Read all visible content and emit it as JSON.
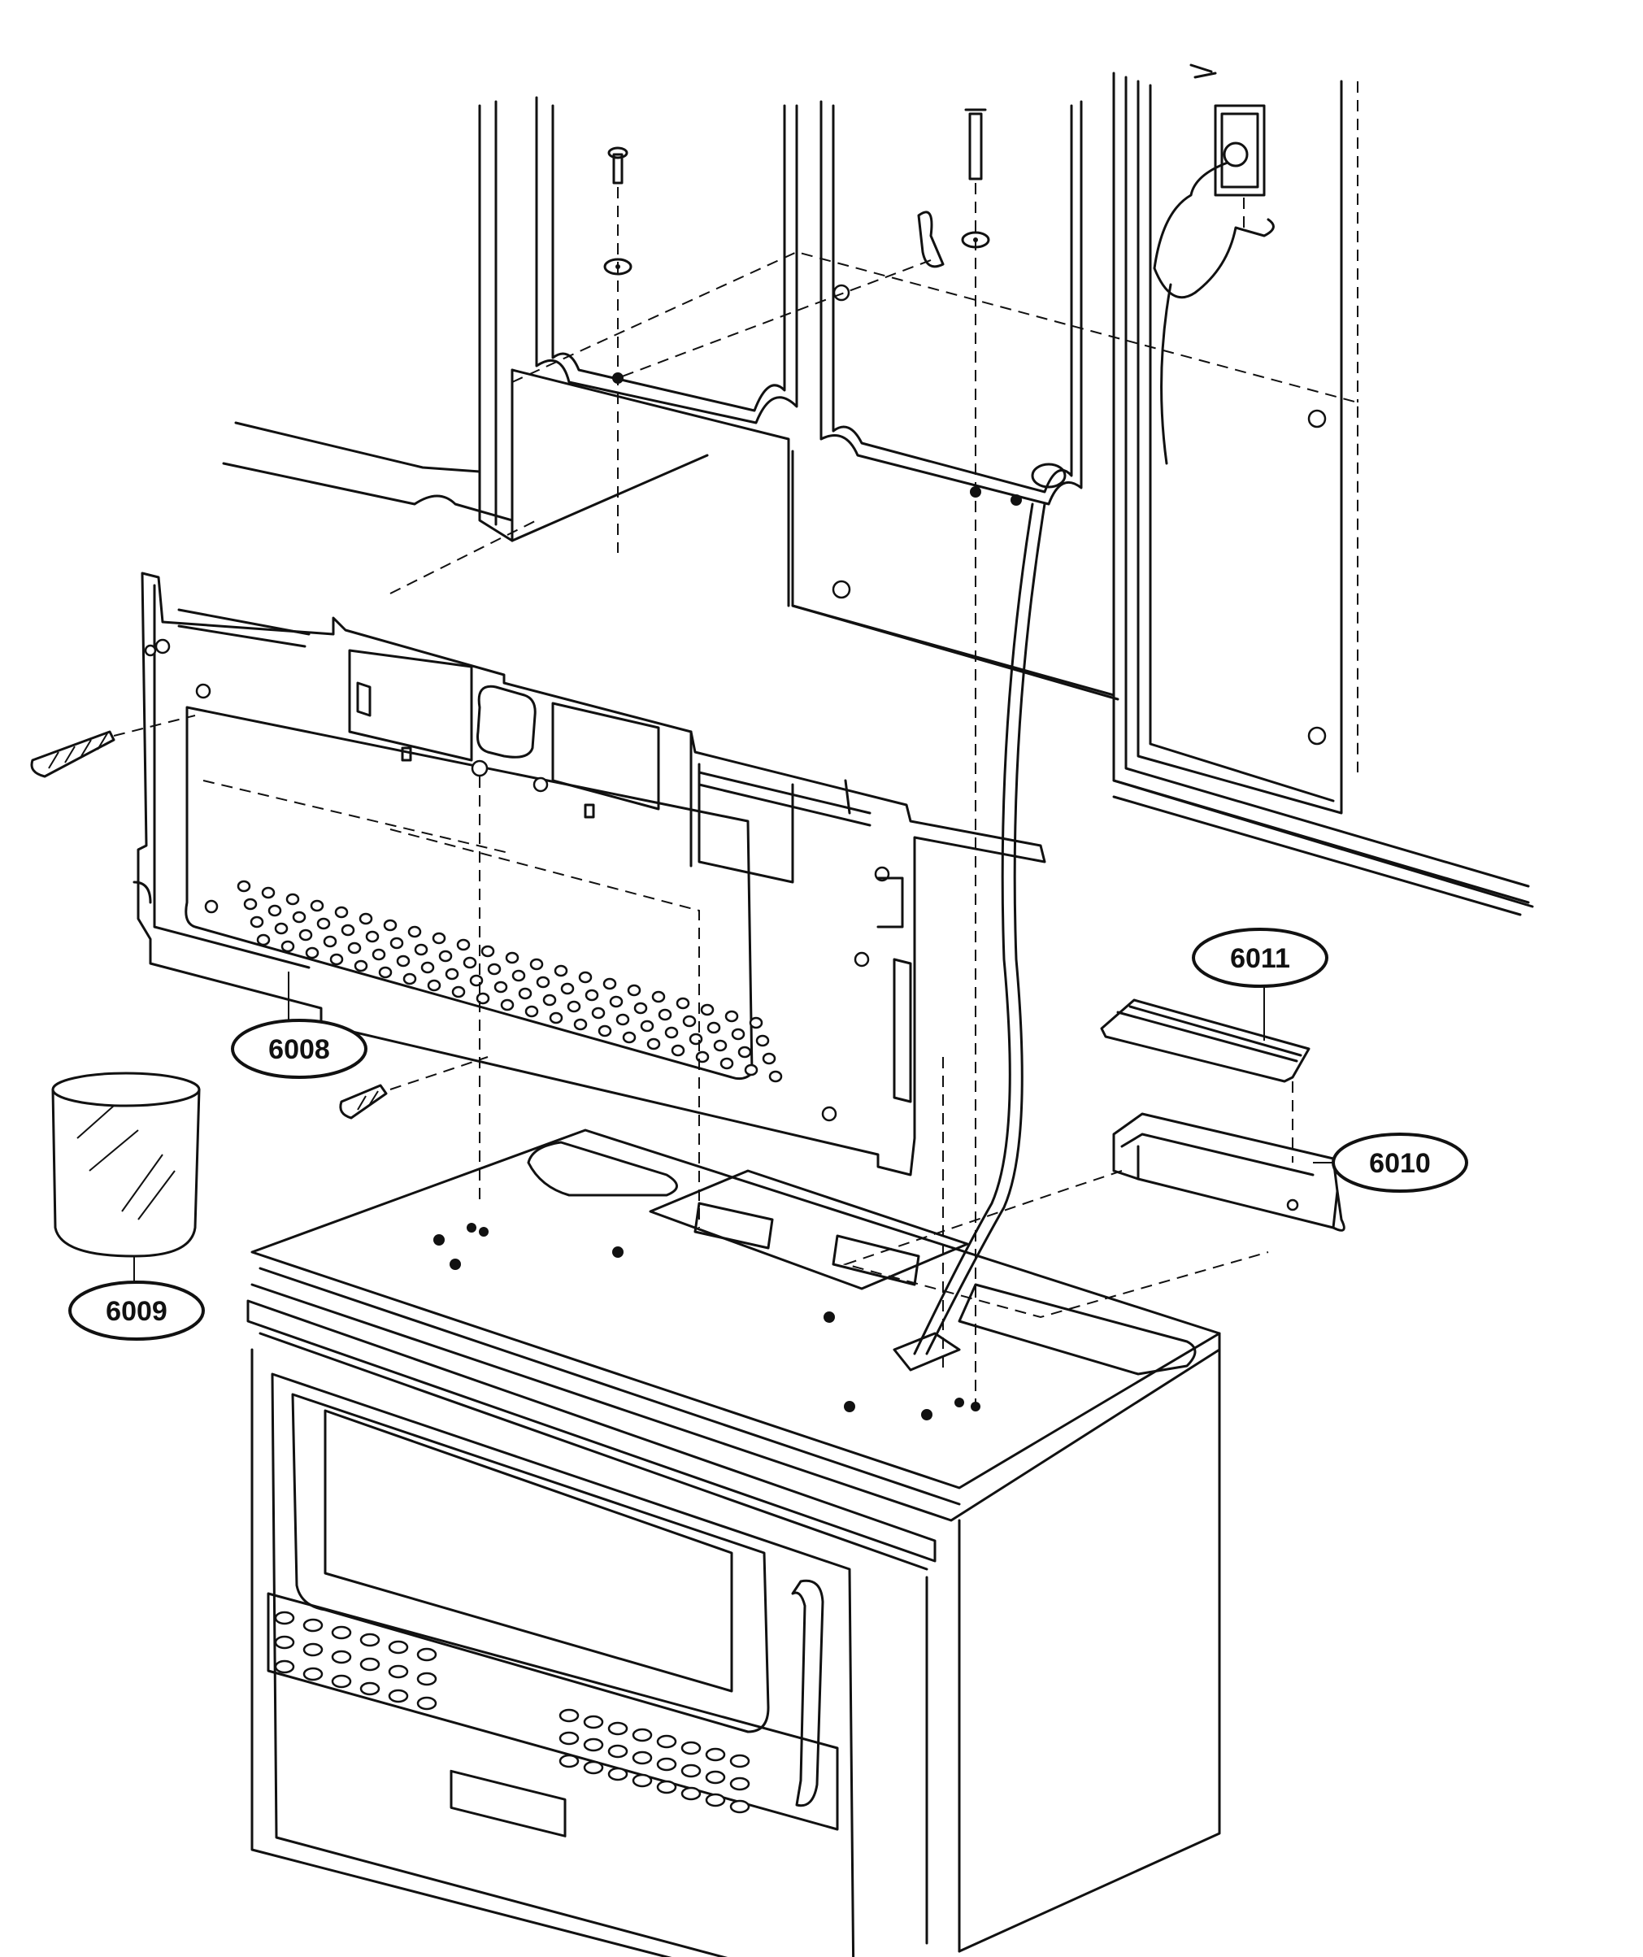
{
  "callouts": [
    {
      "id": "6008",
      "label": "6008"
    },
    {
      "id": "6009",
      "label": "6009"
    },
    {
      "id": "6010",
      "label": "6010"
    },
    {
      "id": "6011",
      "label": "6011"
    }
  ]
}
